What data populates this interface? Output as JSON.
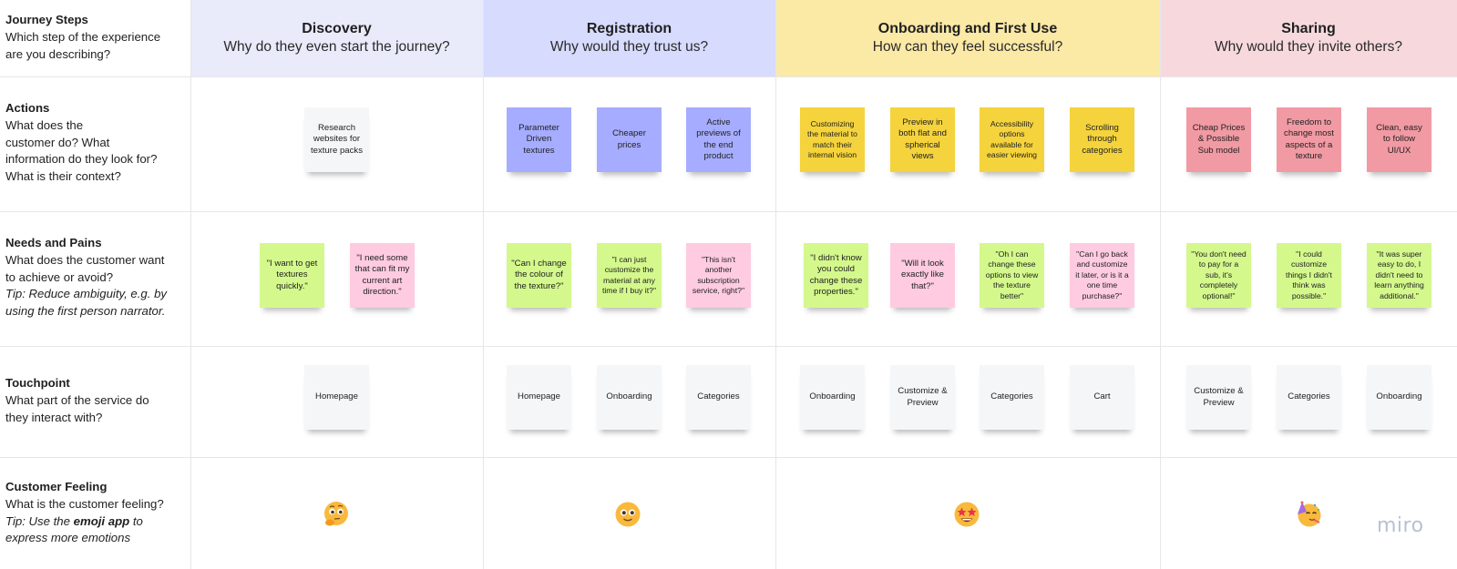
{
  "row_labels": [
    {
      "title": "Journey Steps",
      "lines": [
        "Which step of the experience",
        "are you describing?"
      ],
      "tip": []
    },
    {
      "title": "Actions",
      "lines": [
        "What does the",
        "customer do? What",
        "information do they look for?",
        "What is their context?"
      ],
      "tip": []
    },
    {
      "title": "Needs and Pains",
      "lines": [
        "What does the customer want",
        "to achieve or avoid?"
      ],
      "tip": [
        "Tip: Reduce ambiguity, e.g. by",
        "using the first person narrator."
      ]
    },
    {
      "title": "Touchpoint",
      "lines": [
        "What part of the service do",
        "they interact with?"
      ],
      "tip": []
    },
    {
      "title": "Customer Feeling",
      "lines": [
        "What is the customer feeling?"
      ],
      "tip_prefix": "Tip: Use the ",
      "tip_bold": "emoji app",
      "tip_suffix": " to",
      "tip_line2": "express more emotions"
    }
  ],
  "stages": [
    {
      "title": "Discovery",
      "question": "Why do they even start the journey?",
      "color": "#e9ebfb"
    },
    {
      "title": "Registration",
      "question": "Why would they trust us?",
      "color": "#d7dbfd"
    },
    {
      "title": "Onboarding and First Use",
      "question": "How can they feel successful?",
      "color": "#fbe9a6"
    },
    {
      "title": "Sharing",
      "question": "Why would they invite others?",
      "color": "#f7d9dd"
    }
  ],
  "actions": [
    [
      "Research websites for texture packs"
    ],
    [
      "Parameter Driven textures",
      "Cheaper prices",
      "Active previews of the end product"
    ],
    [
      "Customizing the material to match their internal vision",
      "Preview in both flat and spherical views",
      "Accessibility options available for easier viewing",
      "Scrolling through categories"
    ],
    [
      "Cheap Prices & Possible Sub model",
      "Freedom to change most aspects of a texture",
      "Clean, easy to follow UI/UX"
    ]
  ],
  "needs": [
    [
      "\"I want to get textures quickly.\"",
      "\"I need some that can fit my current art direction.\""
    ],
    [
      "\"Can I change the colour of the texture?\"",
      "\"I can just customize the material at any time if I buy it?\"",
      "\"This isn't another subscription service, right?\""
    ],
    [
      "\"I didn't know you could change these properties.\"",
      "\"Will it look exactly like that?\"",
      "\"Oh I can change these options to view the texture better\"",
      "\"Can I go back and customize it later, or is it a one time purchase?\""
    ],
    [
      "\"You don't need to pay for a sub, it's completely optional!\"",
      "\"I could customize things I didn't think was possible.\"",
      "\"It was super easy to do, I didn't need to learn anything additional.\""
    ]
  ],
  "touchpoints": [
    [
      "Homepage"
    ],
    [
      "Homepage",
      "Onboarding",
      "Categories"
    ],
    [
      "Onboarding",
      "Customize & Preview",
      "Categories",
      "Cart"
    ],
    [
      "Customize & Preview",
      "Categories",
      "Onboarding"
    ]
  ],
  "feelings": [
    "thinking-face-icon",
    "slightly-smiling-face-icon",
    "star-struck-face-icon",
    "partying-face-icon"
  ],
  "brand": "miro"
}
